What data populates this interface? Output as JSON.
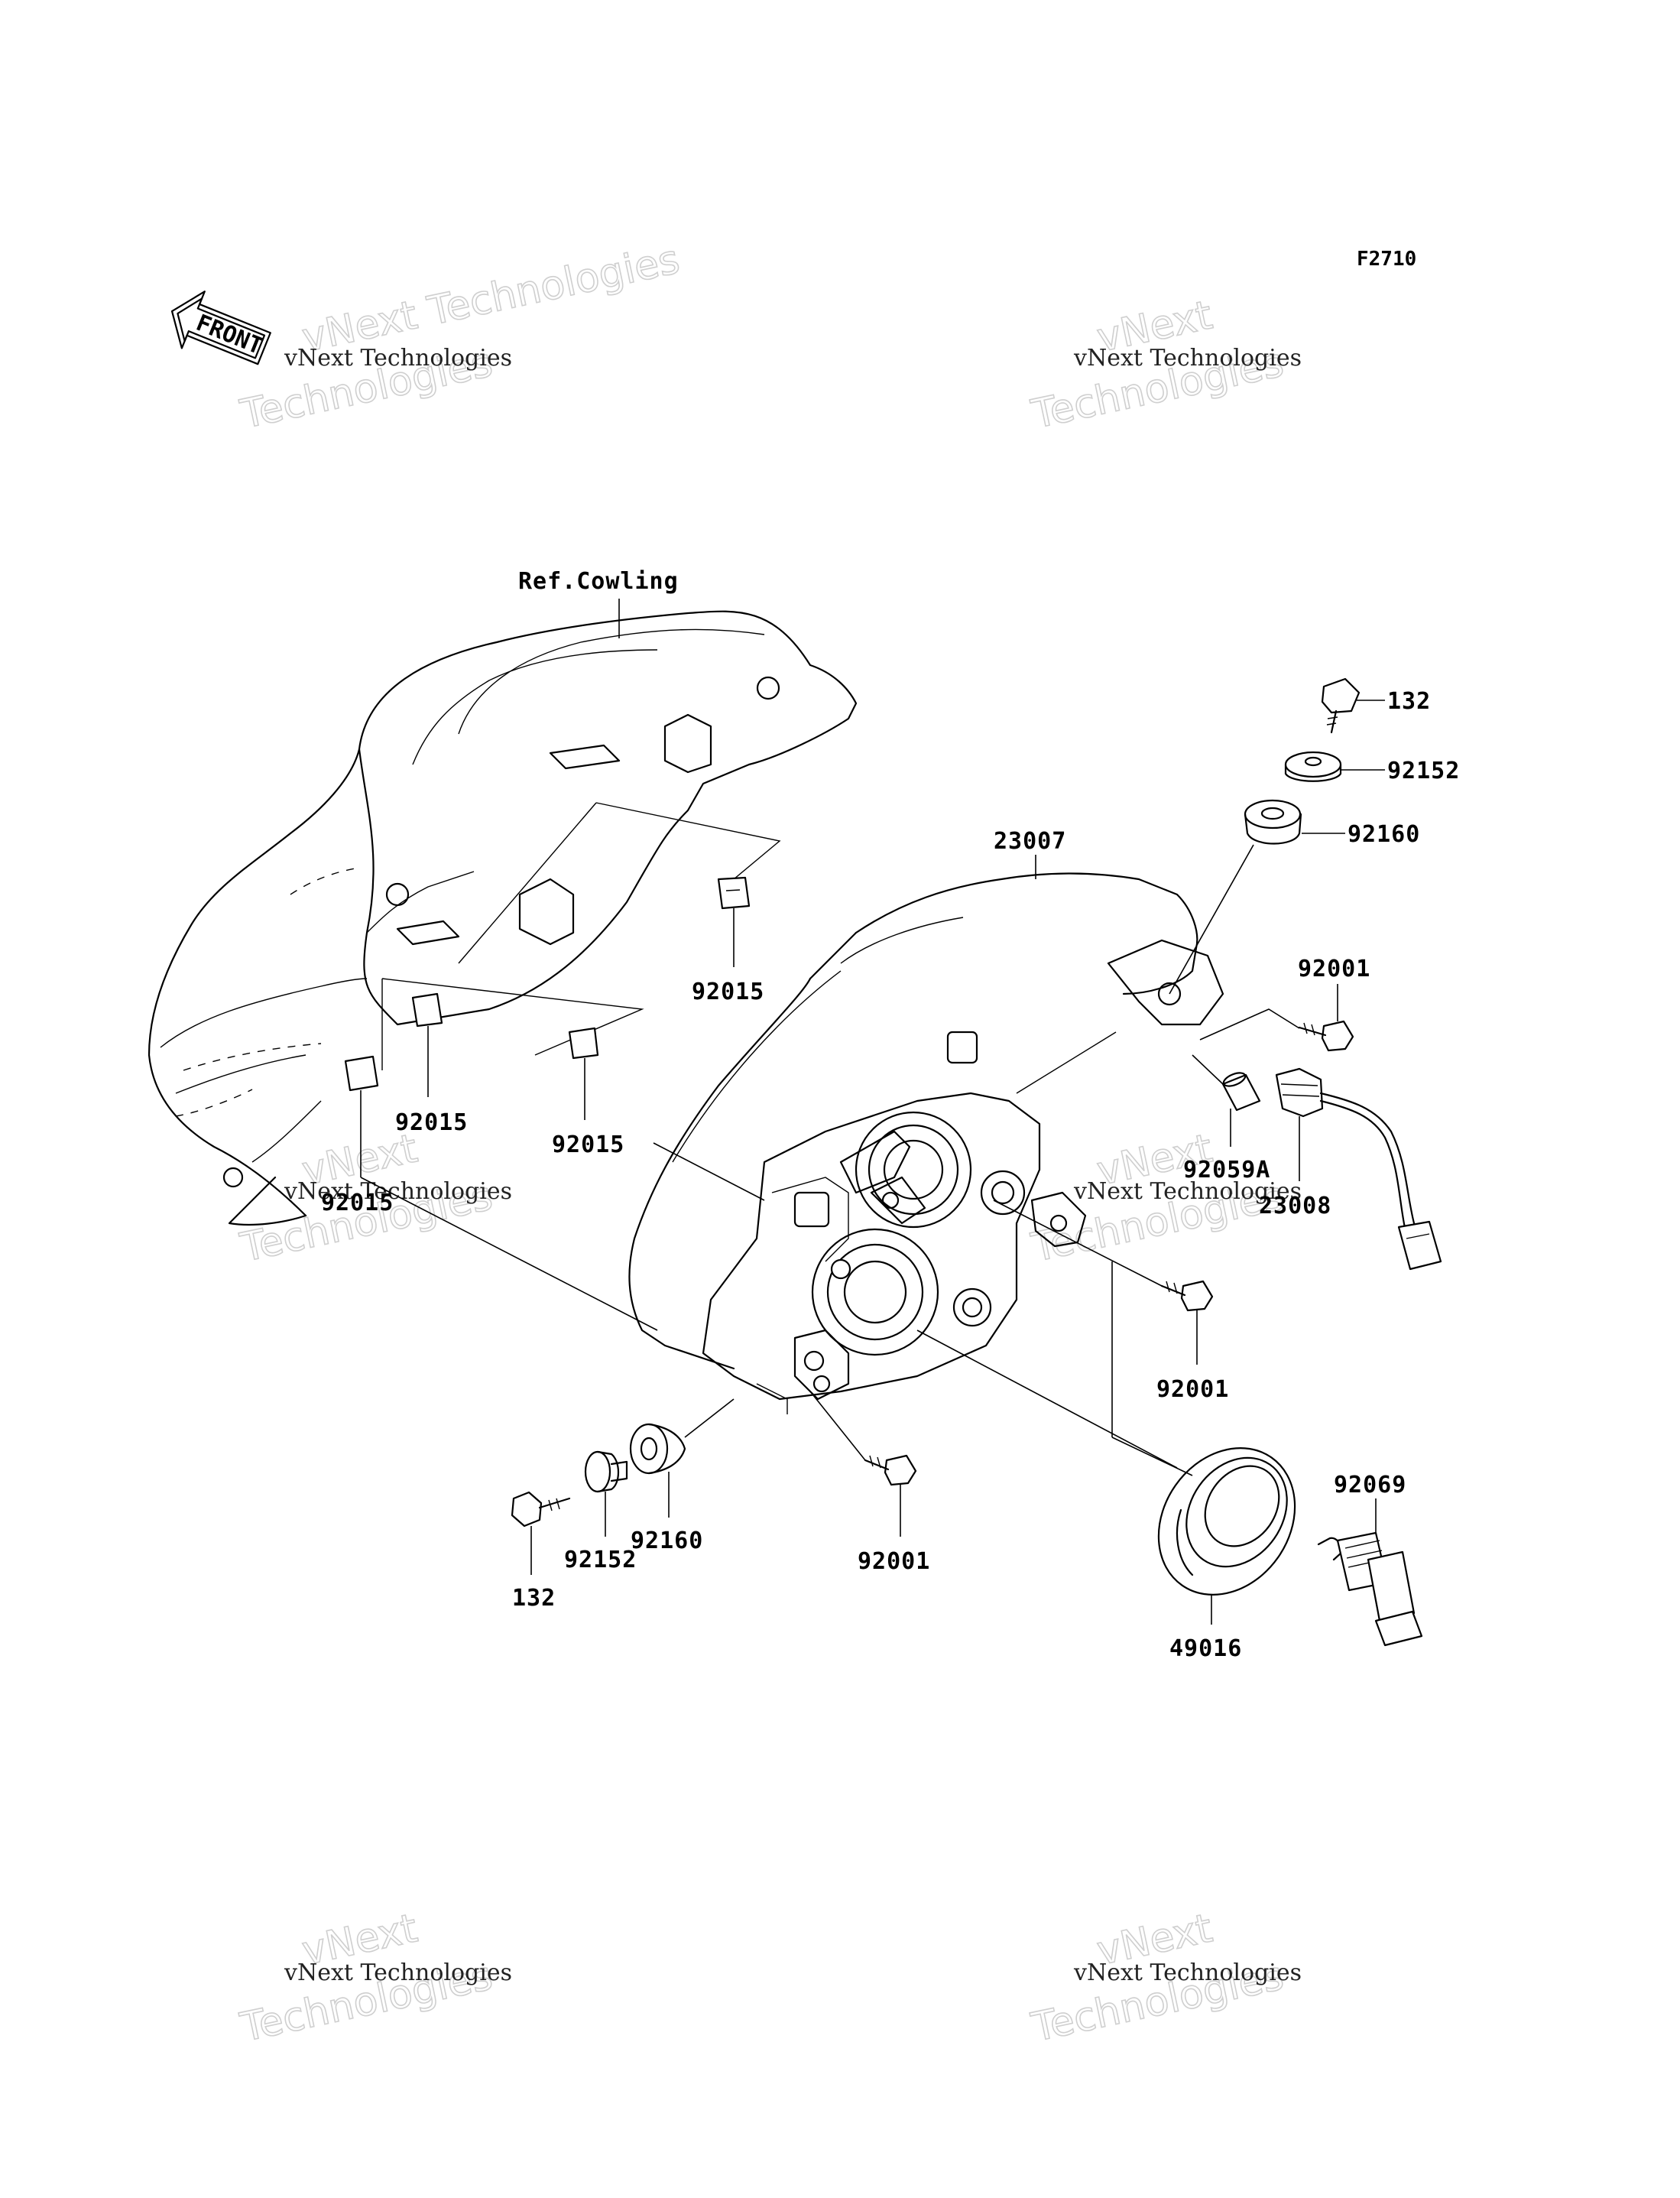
{
  "figure_code": "F2710",
  "front_label": "FRONT",
  "ref_label": "Ref.Cowling",
  "watermark": {
    "small": "vNext Technologies",
    "big": "vNext Technologies"
  },
  "callouts": {
    "p132_top": "132",
    "p92152_top": "92152",
    "p92160_top": "92160",
    "p23007": "23007",
    "p92001_upper": "92001",
    "p92015_a": "92015",
    "p92015_b": "92015",
    "p92015_c": "92015",
    "p92015_d": "92015",
    "p92059": "92059A",
    "p23008": "23008",
    "p92001_mid": "92001",
    "p92069": "92069",
    "p92160_bottom": "92160",
    "p92152_bottom": "92152",
    "p132_bottom": "132",
    "p92001_bottom": "92001",
    "p49016": "49016"
  }
}
